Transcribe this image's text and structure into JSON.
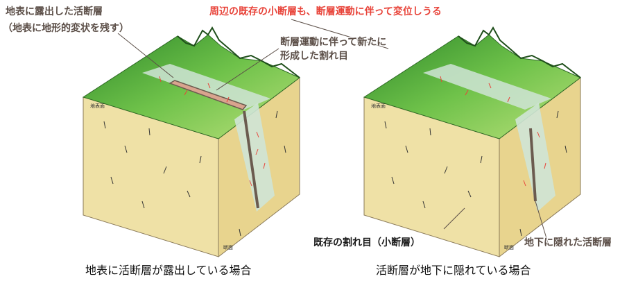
{
  "labels": {
    "left_exposed": "地表に露出した活断層",
    "left_exposed_sub": "（地表に地形的変状を残す）",
    "top_red": "周辺の既存の小断層も、断層運動に伴って変位しうる",
    "new_cracks_1": "断層運動に伴って新たに",
    "new_cracks_2": "形成した割れ目",
    "existing_cracks": "既存の割れ目（小断層）",
    "hidden_fault": "地下に隠れた活断層"
  },
  "face_labels": {
    "ground_surface": "地表面",
    "cross_section": "断面"
  },
  "captions": {
    "left": "地表に活断層が露出している場合",
    "right": "活断層が地下に隠れている場合"
  },
  "colors": {
    "ground_light": "#efe1a6",
    "ground_dark": "#e8d48e",
    "grass": "#4aa33a",
    "fault_zone": "#cfe4d6",
    "fault_line": "#6b5b4f",
    "red_text": "#e8443a",
    "label_text": "#5b4e47"
  }
}
